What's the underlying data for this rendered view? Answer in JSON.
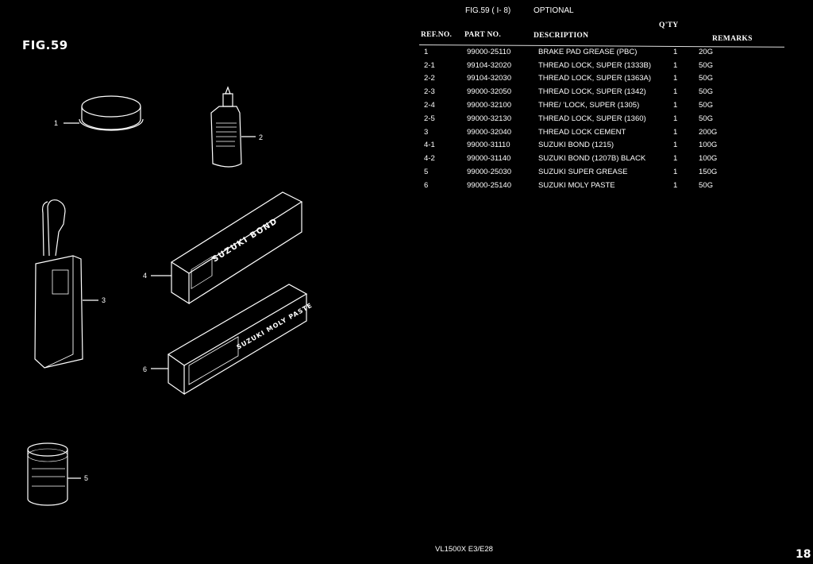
{
  "figure": {
    "label": "FIG.59",
    "title": "FIG.59 ( I- 8)",
    "type": "OPTIONAL"
  },
  "table": {
    "headers": {
      "ref": "REF.NO.",
      "part": "PART NO.",
      "desc": "DESCRIPTION",
      "qty": "Q'TY",
      "remarks": "REMARKS"
    },
    "rows": [
      {
        "ref": "1",
        "part": "99000-25110",
        "desc": "BRAKE PAD GREASE (PBC)",
        "qty": "1",
        "remarks": "20G"
      },
      {
        "ref": "2-1",
        "part": "99104-32020",
        "desc": "THREAD LOCK, SUPER (1333B)",
        "qty": "1",
        "remarks": "50G"
      },
      {
        "ref": "2-2",
        "part": "99104-32030",
        "desc": "THREAD LOCK, SUPER (1363A)",
        "qty": "1",
        "remarks": "50G"
      },
      {
        "ref": "2-3",
        "part": "99000-32050",
        "desc": "THREAD LOCK, SUPER (1342)",
        "qty": "1",
        "remarks": "50G"
      },
      {
        "ref": "2-4",
        "part": "99000-32100",
        "desc": "THRE/ ’LOCK, SUPER (1305)",
        "qty": "1",
        "remarks": "50G"
      },
      {
        "ref": "2-5",
        "part": "99000-32130",
        "desc": "THREAD LOCK, SUPER (1360)",
        "qty": "1",
        "remarks": "50G"
      },
      {
        "ref": "3",
        "part": "99000-32040",
        "desc": "THREAD LOCK CEMENT",
        "qty": "1",
        "remarks": "200G"
      },
      {
        "ref": "4-1",
        "part": "99000-31110",
        "desc": "SUZUKI BOND (1215)",
        "qty": "1",
        "remarks": "100G"
      },
      {
        "ref": "4-2",
        "part": "99000-31140",
        "desc": "SUZUKI BOND (1207B) BLACK",
        "qty": "1",
        "remarks": "100G"
      },
      {
        "ref": "5",
        "part": "99000-25030",
        "desc": "SUZUKI SUPER GREASE",
        "qty": "1",
        "remarks": "150G"
      },
      {
        "ref": "6",
        "part": "99000-25140",
        "desc": "SUZUKI MOLY PASTE",
        "qty": "1",
        "remarks": "50G"
      }
    ]
  },
  "callouts": [
    "1",
    "2",
    "3",
    "4",
    "5",
    "6"
  ],
  "illustration_text": {
    "bond_box": "SUZUKI BOND",
    "moly_box": "SUZUKI MOLY PASTE"
  },
  "footer": {
    "model": "VL1500X  E3/E28",
    "page": "18"
  }
}
